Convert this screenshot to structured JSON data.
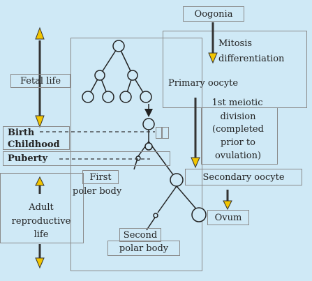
{
  "labels": {
    "oogonia": "Oogonia",
    "mitosis": "Mitosis",
    "differentiation": "differentiation",
    "primary_oocyte": "Primary oocyte",
    "meiotic_1": "1st meiotic",
    "division": "division",
    "completed": "(completed",
    "prior_to": "prior to",
    "ovulation": "ovulation)",
    "secondary_oocyte": "Secondary oocyte",
    "ovum": "Ovum",
    "first": "First",
    "poler_body": "poler body",
    "second": "Second",
    "polar_body": "polar body",
    "fetal_life": "Fetal life",
    "birth": "Birth",
    "childhood": "Childhood",
    "puberty": "Puberty",
    "adult": "Adult",
    "reproductive": "reproductive",
    "life": "life"
  },
  "colors": {
    "background": "#cfe9f6",
    "arrow_yellow": "#f2c500",
    "line": "#333333",
    "box_border": "#8a8a8a"
  }
}
